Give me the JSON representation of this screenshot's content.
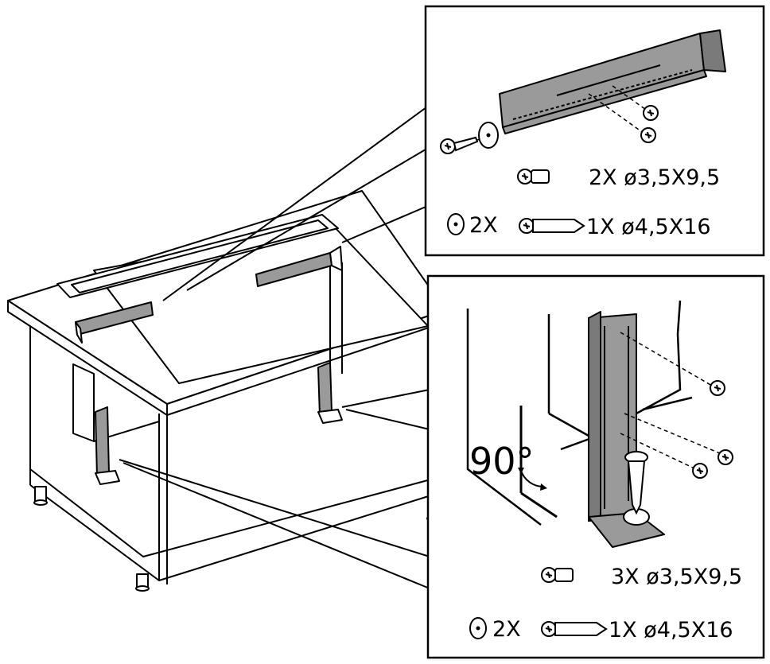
{
  "top_detail": {
    "screw_label": "2X ø3,5X9,5",
    "washer_label": "2X",
    "long_screw_label": "1X ø4,5X16"
  },
  "bottom_detail": {
    "screw_label": "3X ø3,5X9,5",
    "washer_label": "2X",
    "long_screw_label": "1X ø4,5X16",
    "angle_label": "90°"
  },
  "colors": {
    "line": "#000000",
    "bracket": "#9a9a9a",
    "background": "#ffffff"
  }
}
